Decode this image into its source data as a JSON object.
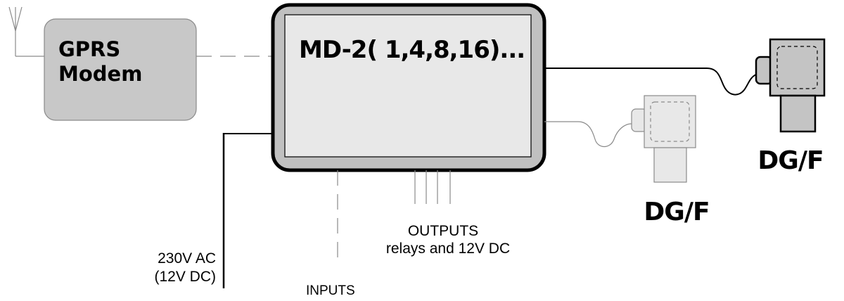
{
  "modem": {
    "line1": "GPRS",
    "line2": "Modem"
  },
  "controller": {
    "title": "MD-2( 1,4,8,16)..."
  },
  "power": {
    "line1": "230V AC",
    "line2": "(12V DC)"
  },
  "inputs": {
    "label": "INPUTS"
  },
  "outputs": {
    "line1": "OUTPUTS",
    "line2": "relays and 12V DC"
  },
  "detector_primary": {
    "label": "DG/F"
  },
  "detector_secondary": {
    "label": "DG/F"
  },
  "colors": {
    "modem_fill": "#c8c8c8",
    "controller_inner_fill": "#e8e8e8",
    "controller_frame_fill": "#c0c0c0",
    "detector_dark_fill": "#c4c4c4",
    "detector_light_fill": "#e8e8e8",
    "line_dark": "#000000",
    "line_faint": "#8a8a8a"
  }
}
